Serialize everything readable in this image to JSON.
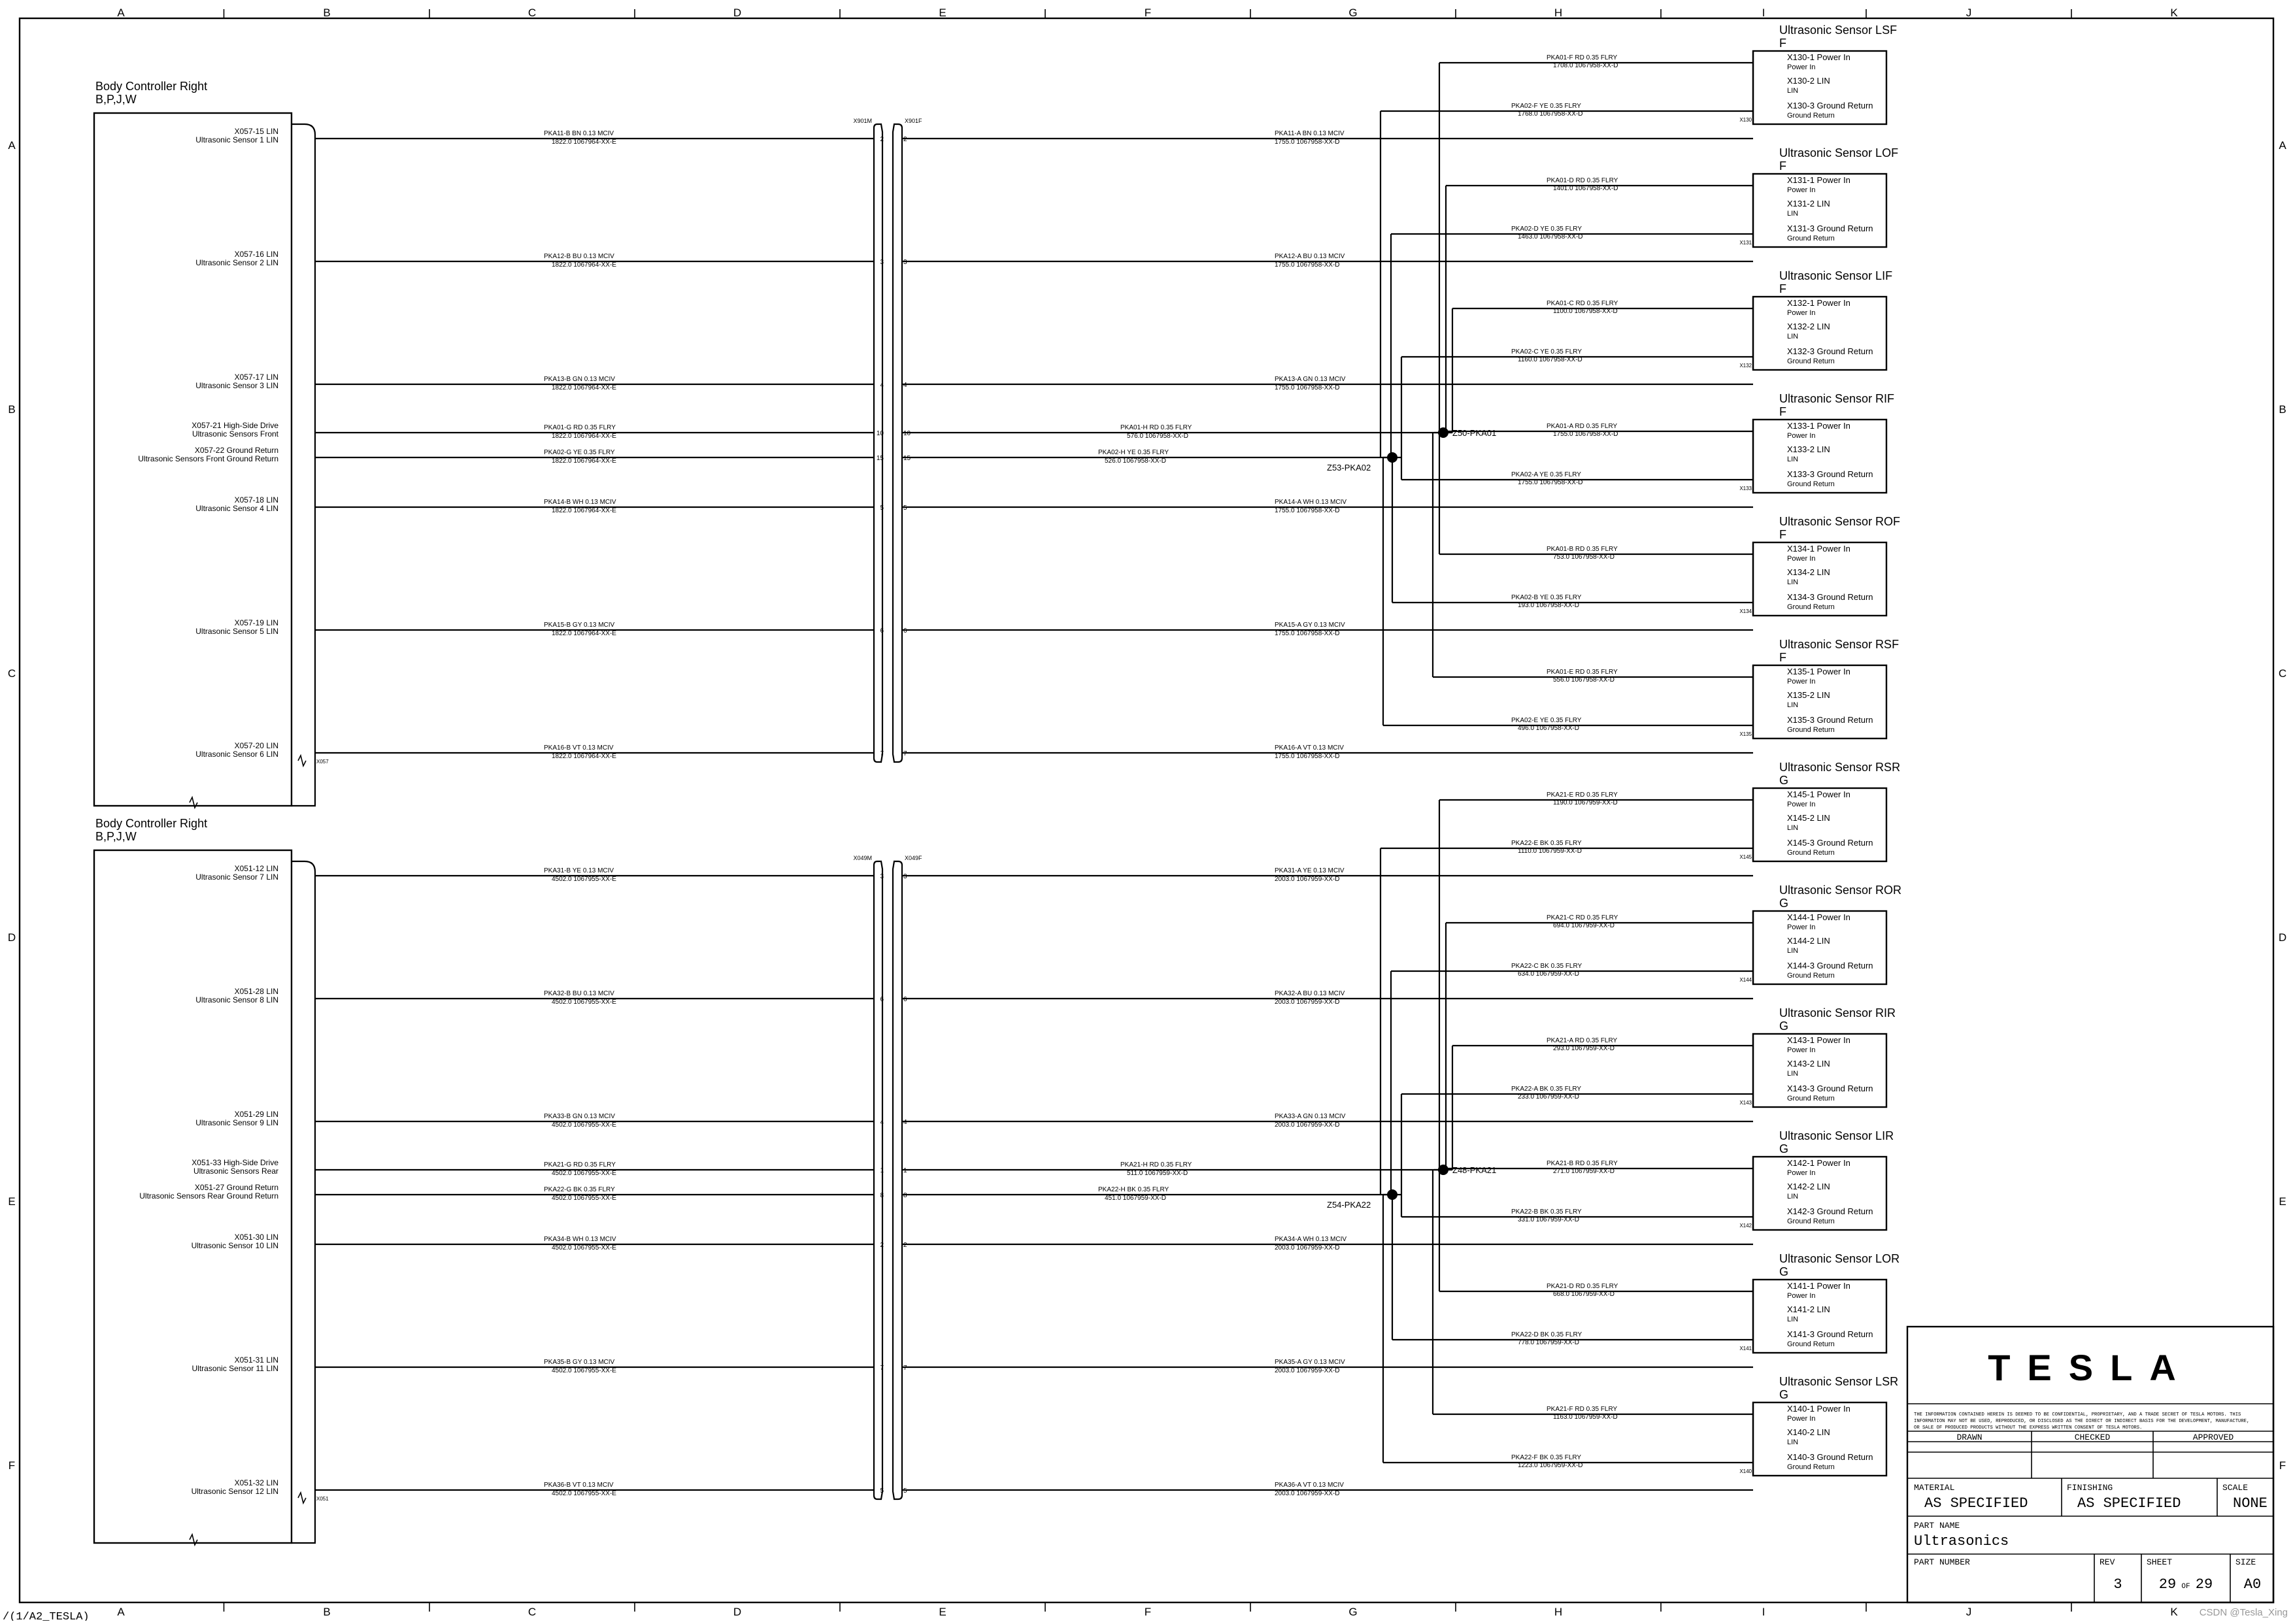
{
  "grid": {
    "columns": [
      "A",
      "B",
      "C",
      "D",
      "E",
      "F",
      "G",
      "H",
      "I",
      "J",
      "K"
    ],
    "rows": [
      "A",
      "B",
      "C",
      "D",
      "E",
      "F"
    ]
  },
  "sections": [
    {
      "ecu_title": "Body Controller Right",
      "ecu_variant": "B,P,J,W",
      "connector_tag": "X057",
      "inline_left": "X901M",
      "inline_right": "X901F",
      "splice_hsd": "Z50-PKA01",
      "splice_gnd": "Z53-PKA02",
      "pins": [
        {
          "t1": "X057-15 LIN",
          "t2": "Ultrasonic Sensor 1 LIN",
          "w1": "PKA11-B   BN   0.13   MCIV",
          "w2": "1822.0        1067964-XX-E",
          "n": "2",
          "wr1": "PKA11-A   BN   0.13   MCIV",
          "wr2": "1755.0    1067958-XX-D"
        },
        {
          "t1": "X057-16 LIN",
          "t2": "Ultrasonic Sensor 2 LIN",
          "w1": "PKA12-B   BU   0.13   MCIV",
          "w2": "1822.0        1067964-XX-E",
          "n": "3",
          "wr1": "PKA12-A   BU   0.13   MCIV",
          "wr2": "1755.0    1067958-XX-D"
        },
        {
          "t1": "X057-17 LIN",
          "t2": "Ultrasonic Sensor 3 LIN",
          "w1": "PKA13-B   GN   0.13   MCIV",
          "w2": "1822.0        1067964-XX-E",
          "n": "4",
          "wr1": "PKA13-A   GN   0.13   MCIV",
          "wr2": "1755.0    1067958-XX-D"
        },
        {
          "t1": "X057-21 High-Side Drive",
          "t2": "Ultrasonic Sensors Front",
          "w1": "PKA01-G   RD   0.35   FLRY",
          "w2": "1822.0        1067964-XX-E",
          "n": "10",
          "wr1": "PKA01-H   RD   0.35   FLRY",
          "wr2": "576.0    1067958-XX-D"
        },
        {
          "t1": "X057-22 Ground Return",
          "t2": "Ultrasonic Sensors Front Ground Return",
          "w1": "PKA02-G   YE   0.35   FLRY",
          "w2": "1822.0        1067964-XX-E",
          "n": "15",
          "wr1": "PKA02-H   YE   0.35   FLRY",
          "wr2": "526.0    1067958-XX-D"
        },
        {
          "t1": "X057-18 LIN",
          "t2": "Ultrasonic Sensor 4 LIN",
          "w1": "PKA14-B   WH   0.13   MCIV",
          "w2": "1822.0        1067964-XX-E",
          "n": "5",
          "wr1": "PKA14-A   WH   0.13   MCIV",
          "wr2": "1755.0    1067958-XX-D"
        },
        {
          "t1": "X057-19 LIN",
          "t2": "Ultrasonic Sensor 5 LIN",
          "w1": "PKA15-B   GY   0.13   MCIV",
          "w2": "1822.0        1067964-XX-E",
          "n": "6",
          "wr1": "PKA15-A   GY   0.13   MCIV",
          "wr2": "1755.0    1067958-XX-D"
        },
        {
          "t1": "X057-20 LIN",
          "t2": "Ultrasonic Sensor 6 LIN",
          "w1": "PKA16-B   VT   0.13   MCIV",
          "w2": "1822.0        1067964-XX-E",
          "n": "7",
          "wr1": "PKA16-A   VT   0.13   MCIV",
          "wr2": "1755.0    1067958-XX-D"
        }
      ],
      "sensors": [
        {
          "title": "Ultrasonic Sensor LSF",
          "variant": "F",
          "p1": "X130-1 Power In",
          "p2": "X130-2 LIN",
          "p3": "X130-3 Ground Return",
          "c": "X130",
          "h1": "PKA01-F   RD   0.35   FLRY",
          "h2": "1708.0    1067958-XX-D",
          "g1": "PKA02-F   YE   0.35   FLRY",
          "g2": "1768.0    1067958-XX-D"
        },
        {
          "title": "Ultrasonic Sensor LOF",
          "variant": "F",
          "p1": "X131-1 Power In",
          "p2": "X131-2 LIN",
          "p3": "X131-3 Ground Return",
          "c": "X131",
          "h1": "PKA01-D   RD   0.35   FLRY",
          "h2": "1401.0    1067958-XX-D",
          "g1": "PKA02-D   YE   0.35   FLRY",
          "g2": "1463.0    1067958-XX-D"
        },
        {
          "title": "Ultrasonic Sensor LIF",
          "variant": "F",
          "p1": "X132-1 Power In",
          "p2": "X132-2 LIN",
          "p3": "X132-3 Ground Return",
          "c": "X132",
          "h1": "PKA01-C   RD   0.35   FLRY",
          "h2": "1100.0    1067958-XX-D",
          "g1": "PKA02-C   YE   0.35   FLRY",
          "g2": "1160.0    1067958-XX-D"
        },
        {
          "title": "Ultrasonic Sensor RIF",
          "variant": "F",
          "p1": "X133-1 Power In",
          "p2": "X133-2 LIN",
          "p3": "X133-3 Ground Return",
          "c": "X133",
          "h1": "PKA01-A   RD   0.35   FLRY",
          "h2": "1755.0    1067958-XX-D",
          "g1": "PKA02-A   YE   0.35   FLRY",
          "g2": "1755.0    1067958-XX-D"
        },
        {
          "title": "Ultrasonic Sensor ROF",
          "variant": "F",
          "p1": "X134-1 Power In",
          "p2": "X134-2 LIN",
          "p3": "X134-3 Ground Return",
          "c": "X134",
          "h1": "PKA01-B   RD   0.35   FLRY",
          "h2": "753.0    1067958-XX-D",
          "g1": "PKA02-B   YE   0.35   FLRY",
          "g2": "193.0    1067958-XX-D"
        },
        {
          "title": "Ultrasonic Sensor RSF",
          "variant": "F",
          "p1": "X135-1 Power In",
          "p2": "X135-2 LIN",
          "p3": "X135-3 Ground Return",
          "c": "X135",
          "h1": "PKA01-E   RD   0.35   FLRY",
          "h2": "556.0    1067958-XX-D",
          "g1": "PKA02-E   YE   0.35   FLRY",
          "g2": "496.0    1067958-XX-D"
        }
      ]
    },
    {
      "ecu_title": "Body Controller Right",
      "ecu_variant": "B,P,J,W",
      "connector_tag": "X051",
      "inline_left": "X049M",
      "inline_right": "X049F",
      "splice_hsd": "Z48-PKA21",
      "splice_gnd": "Z54-PKA22",
      "pins": [
        {
          "t1": "X051-12 LIN",
          "t2": "Ultrasonic Sensor 7 LIN",
          "w1": "PKA31-B   YE   0.13   MCIV",
          "w2": "4502.0        1067955-XX-E",
          "n": "3",
          "wr1": "PKA31-A   YE   0.13   MCIV",
          "wr2": "2003.0    1067959-XX-D"
        },
        {
          "t1": "X051-28 LIN",
          "t2": "Ultrasonic Sensor 8 LIN",
          "w1": "PKA32-B   BU   0.13   MCIV",
          "w2": "4502.0        1067955-XX-E",
          "n": "6",
          "wr1": "PKA32-A   BU   0.13   MCIV",
          "wr2": "2003.0    1067959-XX-D"
        },
        {
          "t1": "X051-29 LIN",
          "t2": "Ultrasonic Sensor 9 LIN",
          "w1": "PKA33-B   GN   0.13   MCIV",
          "w2": "4502.0        1067955-XX-E",
          "n": "4",
          "wr1": "PKA33-A   GN   0.13   MCIV",
          "wr2": "2003.0    1067959-XX-D"
        },
        {
          "t1": "X051-33 High-Side Drive",
          "t2": "Ultrasonic Sensors Rear",
          "w1": "PKA21-G   RD   0.35   FLRY",
          "w2": "4502.0        1067955-XX-E",
          "n": "1",
          "wr1": "PKA21-H   RD   0.35   FLRY",
          "wr2": "511.0    1067959-XX-D"
        },
        {
          "t1": "X051-27 Ground Return",
          "t2": "Ultrasonic Sensors Rear Ground Return",
          "w1": "PKA22-G   BK   0.35   FLRY",
          "w2": "4502.0        1067955-XX-E",
          "n": "8",
          "wr1": "PKA22-H   BK   0.35   FLRY",
          "wr2": "451.0    1067959-XX-D"
        },
        {
          "t1": "X051-30 LIN",
          "t2": "Ultrasonic Sensor 10 LIN",
          "w1": "PKA34-B   WH   0.13   MCIV",
          "w2": "4502.0        1067955-XX-E",
          "n": "2",
          "wr1": "PKA34-A   WH   0.13   MCIV",
          "wr2": "2003.0    1067959-XX-D"
        },
        {
          "t1": "X051-31 LIN",
          "t2": "Ultrasonic Sensor 11 LIN",
          "w1": "PKA35-B   GY   0.13   MCIV",
          "w2": "4502.0        1067955-XX-E",
          "n": "7",
          "wr1": "PKA35-A   GY   0.13   MCIV",
          "wr2": "2003.0    1067959-XX-D"
        },
        {
          "t1": "X051-32 LIN",
          "t2": "Ultrasonic Sensor 12 LIN",
          "w1": "PKA36-B   VT   0.13   MCIV",
          "w2": "4502.0        1067955-XX-E",
          "n": "5",
          "wr1": "PKA36-A   VT   0.13   MCIV",
          "wr2": "2003.0    1067959-XX-D"
        }
      ],
      "sensors": [
        {
          "title": "Ultrasonic Sensor RSR",
          "variant": "G",
          "p1": "X145-1 Power In",
          "p2": "X145-2 LIN",
          "p3": "X145-3 Ground Return",
          "c": "X145",
          "h1": "PKA21-E   RD   0.35   FLRY",
          "h2": "1190.0    1067959-XX-D",
          "g1": "PKA22-E   BK   0.35   FLRY",
          "g2": "1110.0    1067959-XX-D"
        },
        {
          "title": "Ultrasonic Sensor ROR",
          "variant": "G",
          "p1": "X144-1 Power In",
          "p2": "X144-2 LIN",
          "p3": "X144-3 Ground Return",
          "c": "X144",
          "h1": "PKA21-C   RD   0.35   FLRY",
          "h2": "694.0    1067959-XX-D",
          "g1": "PKA22-C   BK   0.35   FLRY",
          "g2": "634.0    1067959-XX-D"
        },
        {
          "title": "Ultrasonic Sensor RIR",
          "variant": "G",
          "p1": "X143-1 Power In",
          "p2": "X143-2 LIN",
          "p3": "X143-3 Ground Return",
          "c": "X143",
          "h1": "PKA21-A   RD   0.35   FLRY",
          "h2": "293.0    1067959-XX-D",
          "g1": "PKA22-A   BK   0.35   FLRY",
          "g2": "233.0    1067959-XX-D"
        },
        {
          "title": "Ultrasonic Sensor LIR",
          "variant": "G",
          "p1": "X142-1 Power In",
          "p2": "X142-2 LIN",
          "p3": "X142-3 Ground Return",
          "c": "X142",
          "h1": "PKA21-B   RD   0.35   FLRY",
          "h2": "271.0    1067959-XX-D",
          "g1": "PKA22-B   BK   0.35   FLRY",
          "g2": "331.0    1067959-XX-D"
        },
        {
          "title": "Ultrasonic Sensor LOR",
          "variant": "G",
          "p1": "X141-1 Power In",
          "p2": "X141-2 LIN",
          "p3": "X141-3 Ground Return",
          "c": "X141",
          "h1": "PKA21-D   RD   0.35   FLRY",
          "h2": "668.0    1067959-XX-D",
          "g1": "PKA22-D   BK   0.35   FLRY",
          "g2": "778.0    1067959-XX-D"
        },
        {
          "title": "Ultrasonic Sensor LSR",
          "variant": "G",
          "p1": "X140-1 Power In",
          "p2": "X140-2 LIN",
          "p3": "X140-3 Ground Return",
          "c": "X140",
          "h1": "PKA21-F   RD   0.35   FLRY",
          "h2": "1163.0    1067959-XX-D",
          "g1": "PKA22-F   BK   0.35   FLRY",
          "g2": "1223.0    1067959-XX-D"
        }
      ]
    }
  ],
  "sensor_sublabels": {
    "power": "Power In",
    "lin": "LIN",
    "ground": "Ground Return"
  },
  "title_block": {
    "logo": "TESLA",
    "disclaimer_1": "THE INFORMATION CONTAINED HEREIN IS DEEMED TO BE CONFIDENTIAL, PROPRIETARY, AND A TRADE SECRET OF TESLA MOTORS. THIS",
    "disclaimer_2": "INFORMATION MAY NOT BE USED, REPRODUCED, OR DISCLOSED AS THE DIRECT OR INDIRECT BASIS FOR THE DEVELOPMENT, MANUFACTURE,",
    "disclaimer_3": "OR SALE OF PRODUCED PRODUCTS WITHOUT THE EXPRESS WRITTEN CONSENT OF TESLA MOTORS.",
    "drawn_label": "DRAWN",
    "checked_label": "CHECKED",
    "approved_label": "APPROVED",
    "material_label": "MATERIAL",
    "material_value": "AS SPECIFIED",
    "finishing_label": "FINISHING",
    "finishing_value": "AS SPECIFIED",
    "scale_label": "SCALE",
    "scale_value": "NONE",
    "part_name_label": "PART NAME",
    "part_name_value": "Ultrasonics",
    "part_number_label": "PART NUMBER",
    "rev_label": "REV",
    "rev_value": "3",
    "sheet_label": "SHEET",
    "sheet_value": "29",
    "sheet_of": "OF",
    "sheet_total": "29",
    "size_label": "SIZE",
    "size_value": "A0"
  },
  "footer_left": "/(1/A2_TESLA)",
  "watermark": "CSDN @Tesla_Xing"
}
